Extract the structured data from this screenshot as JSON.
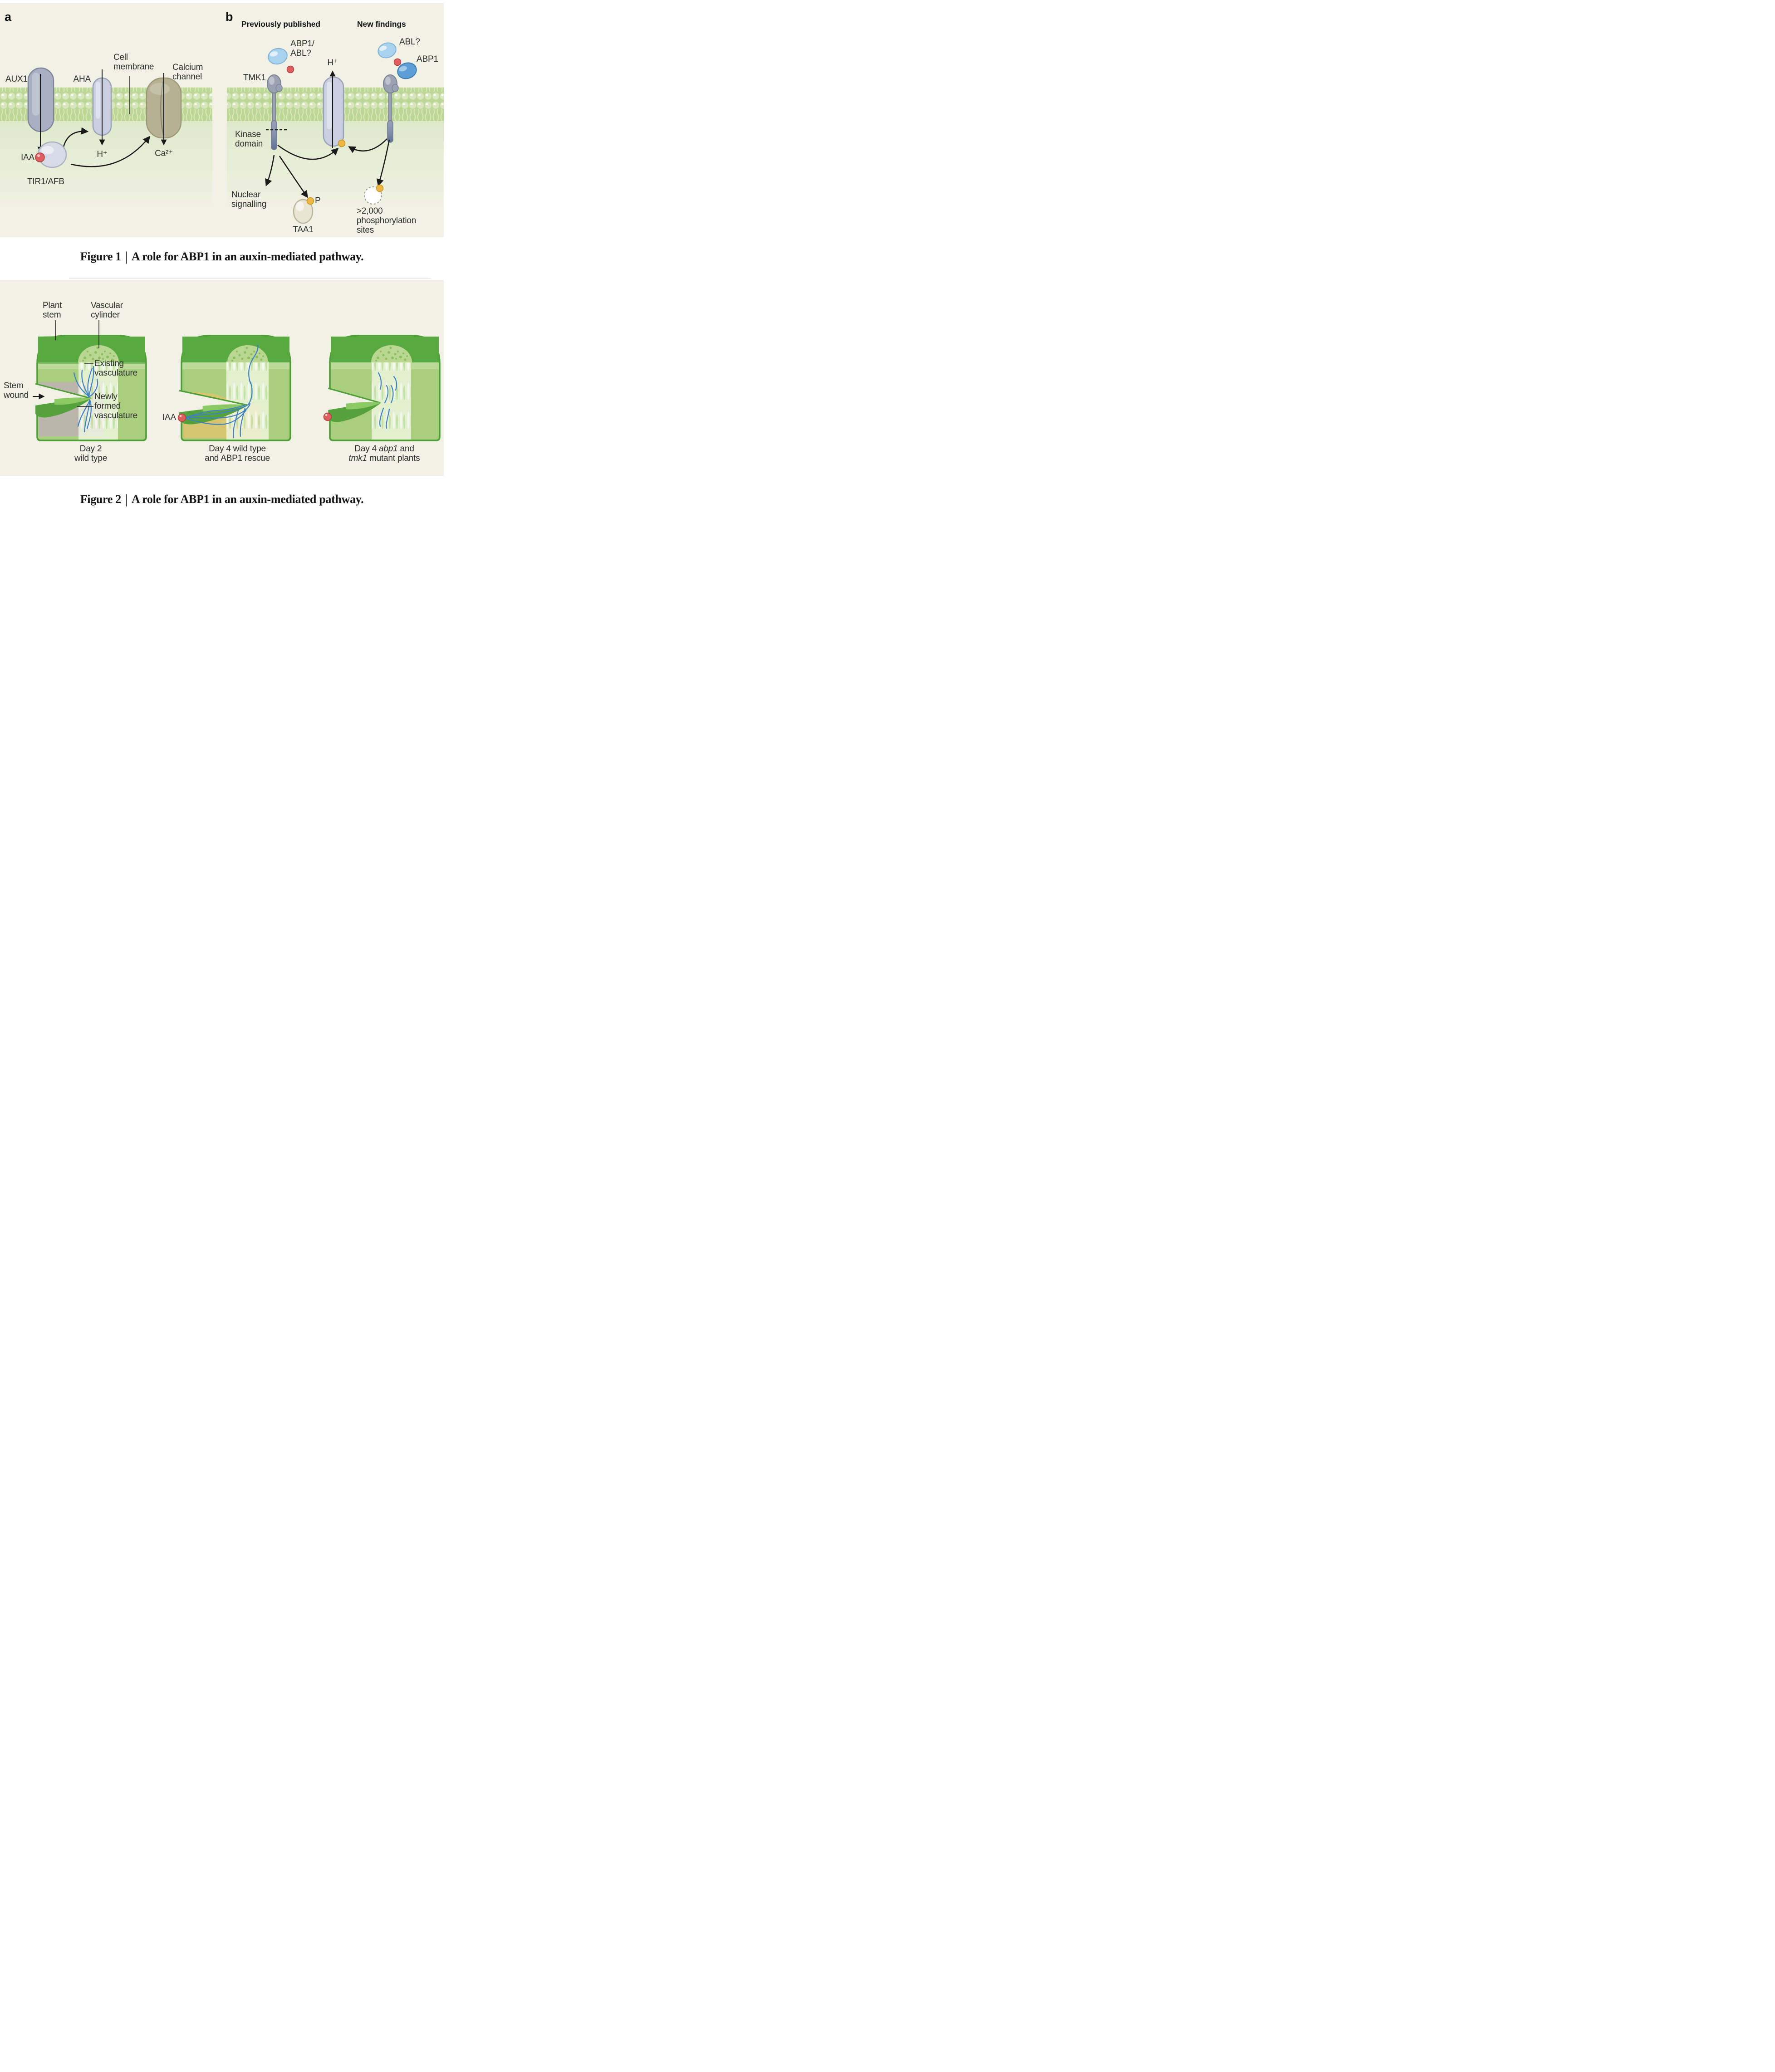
{
  "panel_a": {
    "letter": "a",
    "aux1": "AUX1",
    "aha": "AHA",
    "cell_membrane_l1": "Cell",
    "cell_membrane_l2": "membrane",
    "calcium_l1": "Calcium",
    "calcium_l2": "channel",
    "iaa": "IAA",
    "h_plus": "H⁺",
    "ca": "Ca²⁺",
    "tir1": "TIR1/AFB"
  },
  "panel_b": {
    "letter": "b",
    "header_previous": "Previously published",
    "header_new": "New findings",
    "tmk1": "TMK1",
    "abp1_abl_l1": "ABP1/",
    "abp1_abl_l2": "ABL?",
    "h_plus": "H⁺",
    "abl_q": "ABL?",
    "abp1": "ABP1",
    "kinase_l1": "Kinase",
    "kinase_l2": "domain",
    "nuclear_l1": "Nuclear",
    "nuclear_l2": "signalling",
    "taa1": "TAA1",
    "p": "P",
    "sites_l1": ">2,000",
    "sites_l2": "phosphorylation",
    "sites_l3": "sites"
  },
  "fig1_caption": {
    "prefix": "Figure 1",
    "bar": "|",
    "body": "A role for ABP1 in an auxin-mediated pathway."
  },
  "fig2": {
    "plant_l1": "Plant",
    "plant_l2": "stem",
    "vascular_l1": "Vascular",
    "vascular_l2": "cylinder",
    "existing_l1": "Existing",
    "existing_l2": "vasculature",
    "newly_l1": "Newly",
    "newly_l2": "formed",
    "newly_l3": "vasculature",
    "stem_wound_l1": "Stem",
    "stem_wound_l2": "wound",
    "iaa": "IAA",
    "cap1_l1": "Day 2",
    "cap1_l2": "wild type",
    "cap2_l1": "Day 4 wild type",
    "cap2_l2": "and ABP1 rescue",
    "cap3_l1_pre": "Day 4 ",
    "cap3_l1_it": "abp1",
    "cap3_l1_post": " and",
    "cap3_l2_it": "tmk1",
    "cap3_l2_post": " mutant plants"
  },
  "fig2_caption": {
    "prefix": "Figure 2",
    "bar": "|",
    "body": "A role for ABP1 in an auxin-mediated pathway."
  },
  "colors": {
    "panel_background": "#f2f1e5",
    "membrane_green": "#bcd795",
    "cell_interior_green": "#dfe9cc",
    "auxin_red": "#dd5f5f",
    "phosphate_yellow": "#ecb744",
    "abl_light_blue": "#a9d2ef",
    "abp1_blue": "#5c9ed5",
    "stem_border_green": "#4c9e35",
    "stem_cap_green": "#58a93f",
    "stem_body_green": "#a9cf7e",
    "wound_pink": "#c9a3cc",
    "auxin_orange": "#eac06a",
    "vasculature_blue": "#3d80c4",
    "protein_grey": "#a9b0c3",
    "taa1_beige": "#e9e5d2"
  }
}
